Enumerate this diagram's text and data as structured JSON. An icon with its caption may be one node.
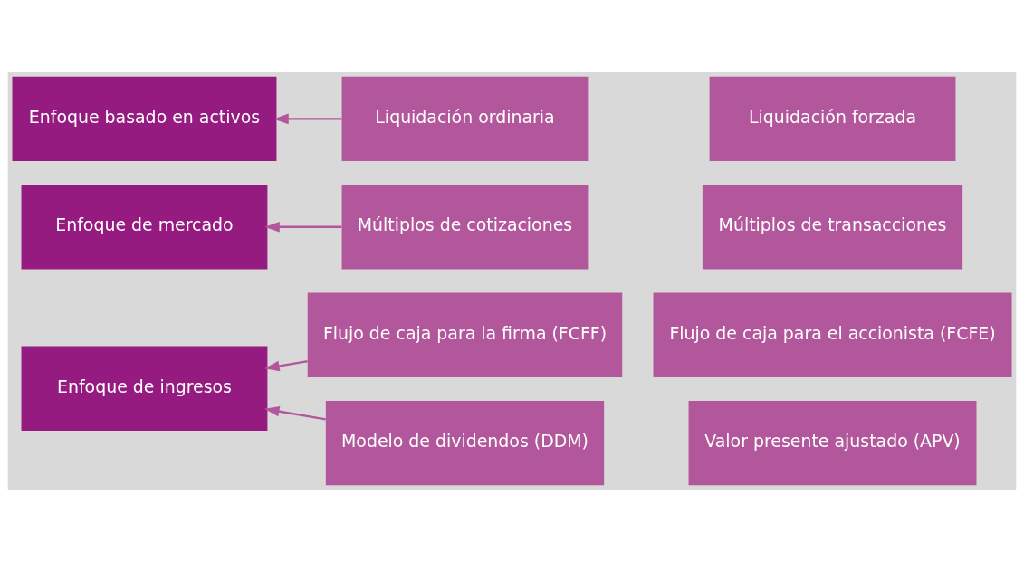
{
  "diagram": {
    "nodes": [
      {
        "text": [
          "Enfoque de ingresos"
        ]
      },
      {
        "text": [
          "Flujo de caja para la firma (FCFF)"
        ]
      },
      {
        "text": [
          "Flujo de caja para el accionista (FCFE)"
        ]
      },
      {
        "text": [
          "Modelo de dividendos (DDM)"
        ]
      },
      {
        "text": [
          "Valor presente ajustado (APV)"
        ]
      },
      {
        "text": [
          "Enfoque de mercado"
        ]
      },
      {
        "text": [
          "Múltiplos de cotizaciones"
        ]
      },
      {
        "text": [
          "Múltiplos de transacciones"
        ]
      },
      {
        "text": [
          "Enfoque basado en activos"
        ]
      },
      {
        "text": [
          "Liquidación ordinaria"
        ]
      },
      {
        "text": [
          "Liquidación forzada"
        ]
      }
    ],
    "edges": [
      {
        "from": 1,
        "to": 0,
        "arrow": "to"
      },
      {
        "from": 3,
        "to": 0,
        "arrow": "to"
      },
      {
        "from": 6,
        "to": 5,
        "arrow": "to"
      },
      {
        "from": 9,
        "to": 8,
        "arrow": "to"
      }
    ]
  }
}
